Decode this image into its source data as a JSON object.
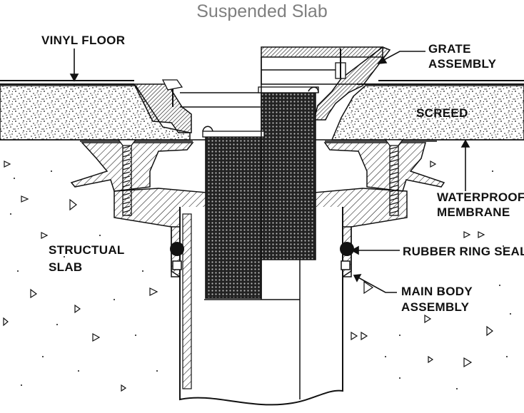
{
  "title": "Suspended Slab",
  "labels": {
    "vinyl_floor": "VINYL FLOOR",
    "grate_line1": "GRATE",
    "grate_line2": "ASSEMBLY",
    "screed": "SCREED",
    "waterproof_line1": "WATERPROOF",
    "waterproof_line2": "MEMBRANE",
    "structural_line1": "STRUCTUAL",
    "structural_line2": "SLAB",
    "rubber_ring_seal": "RUBBER RING SEAL",
    "main_body_line1": "MAIN BODY",
    "main_body_line2": "ASSEMBLY"
  },
  "colors": {
    "line": "#111111",
    "title": "#7f7f7f",
    "background": "#ffffff"
  }
}
